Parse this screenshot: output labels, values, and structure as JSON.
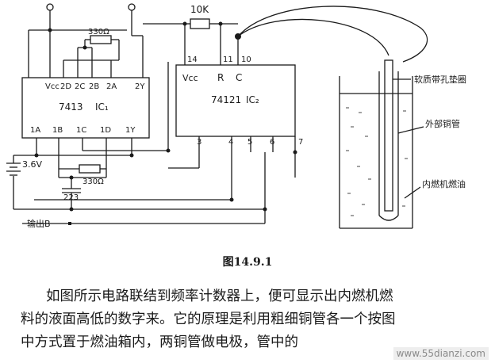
{
  "schematic": {
    "terminals": [
      "○",
      "○"
    ],
    "ic1": {
      "part": "7413",
      "name": "IC₁",
      "top_pins": [
        "Vcc",
        "2D",
        "2C",
        "2B",
        "2A",
        "2Y"
      ],
      "bottom_pins": [
        "1A",
        "1B",
        "1C",
        "1D",
        "1Y"
      ]
    },
    "ic2": {
      "part": "74121",
      "name": "IC₂",
      "top_pins": [
        "Vcc",
        "R",
        "C"
      ],
      "top_pin_numbers": [
        "14",
        "11",
        "10"
      ],
      "bottom_pin_numbers": [
        "3",
        "4",
        "5",
        "6",
        "7"
      ]
    },
    "resistor_10k": "10K",
    "resistor_top": "330Ω",
    "resistor_bottom": "330Ω",
    "capacitor": "223",
    "battery": "3.6V",
    "output": "输出B",
    "tank_labels": [
      "软质带孔垫圈",
      "外部铜管",
      "内燃机燃油"
    ]
  },
  "caption": "图14.9.1",
  "paragraph_lines": [
    "如图所示电路联结到频率计数器上，便可显示出内燃机燃",
    "料的液面高低的数字来。它的原理是利用粗细铜管各一个按图",
    "中方式置于燃油箱内，两铜管做电极，管中的"
  ],
  "watermark": "www.55dianzi.com"
}
